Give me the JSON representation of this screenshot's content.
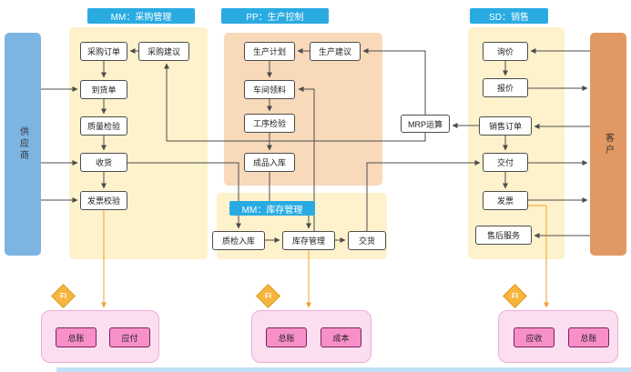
{
  "headers": {
    "purchasing": "MM：采购管理",
    "production": "PP：生产控制",
    "sales": "SD：销售",
    "inventory": "MM：库存管理"
  },
  "sides": {
    "supplier": "供应商",
    "customer": "客户"
  },
  "nodes": {
    "purchase_order": "采购订单",
    "purchase_suggestion": "采购建议",
    "arrival_note": "到货单",
    "quality_inspection": "质量检验",
    "goods_receipt": "收货",
    "invoice_verification": "发票校验",
    "production_plan": "生产计划",
    "production_suggestion": "生产建议",
    "workshop_picking": "车间领料",
    "process_inspection": "工序检验",
    "finished_goods_in": "成品入库",
    "mrp": "MRP运算",
    "qc_warehousing": "质检入库",
    "inventory_mgmt": "库存管理",
    "delivery_out": "交货",
    "inquiry": "询价",
    "quotation": "报价",
    "sales_order": "销售订单",
    "delivery": "交付",
    "invoice": "发票",
    "after_sales": "售后服务"
  },
  "fi": {
    "badge": "FI",
    "groups": [
      {
        "items": [
          "总账",
          "应付"
        ]
      },
      {
        "items": [
          "总账",
          "成本"
        ]
      },
      {
        "items": [
          "应收",
          "总账"
        ]
      }
    ]
  },
  "colors": {
    "header_blue": "#29abe2",
    "panel_yellow": "#fdf2cb",
    "panel_peach": "#f8d9ba",
    "supplier_blue": "#7cb4e2",
    "customer_orange": "#e29862",
    "fi_pink": "#f78fc8",
    "fi_group_bg": "#fbdff0",
    "diamond_orange": "#f6b53c",
    "arrow_gray": "#4d4d4d",
    "arrow_orange": "#f0a232"
  }
}
